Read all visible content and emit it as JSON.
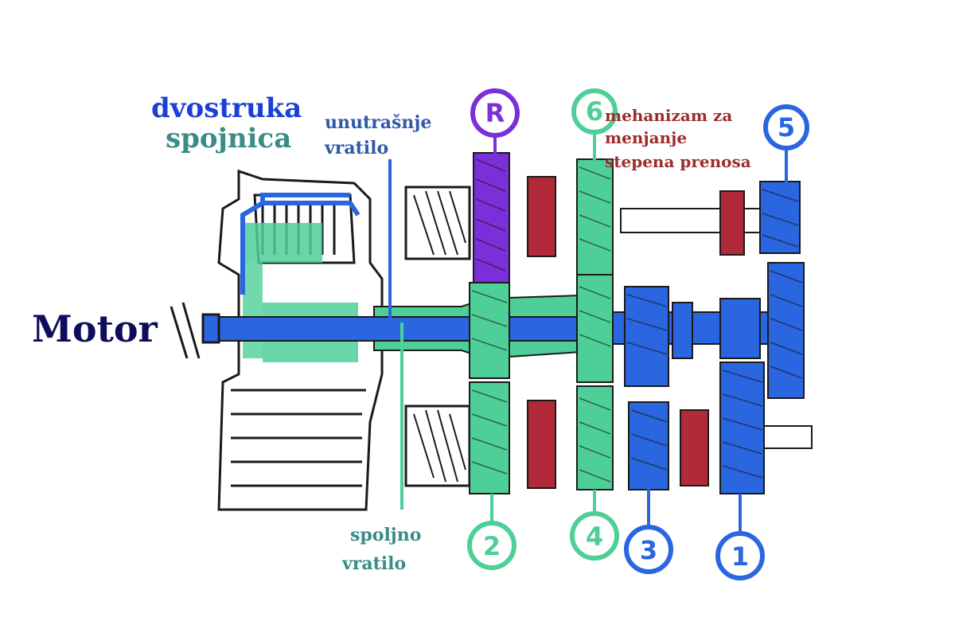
{
  "labels": {
    "motor": "Motor",
    "dual_clutch_line1": "dvostruka",
    "dual_clutch_line2": "spojnica",
    "inner_shaft_line1": "unutrašnje",
    "inner_shaft_line2": "vratilo",
    "outer_shaft_line1": "spoljno",
    "outer_shaft_line2": "vratilo",
    "shift_mech_line1": "mehanizam za",
    "shift_mech_line2": "menjanje",
    "shift_mech_line3": "stepena prenosa"
  },
  "gear_badges": {
    "reverse": "R",
    "g1": "1",
    "g2": "2",
    "g3": "3",
    "g4": "4",
    "g5": "5",
    "g6": "6"
  },
  "colors": {
    "navy": "#0d0d5c",
    "blue": "#1c3fd6",
    "teal": "#3a8c86",
    "steel_blue": "#2f5aa8",
    "dark_red": "#9c2d2d",
    "green": "#4fcf98",
    "green_text": "#2e9a7a",
    "gear_blue": "#2a66e0",
    "purple": "#7b2fd8",
    "red_sync": "#b02a3a",
    "outline": "#1a1a1a"
  }
}
